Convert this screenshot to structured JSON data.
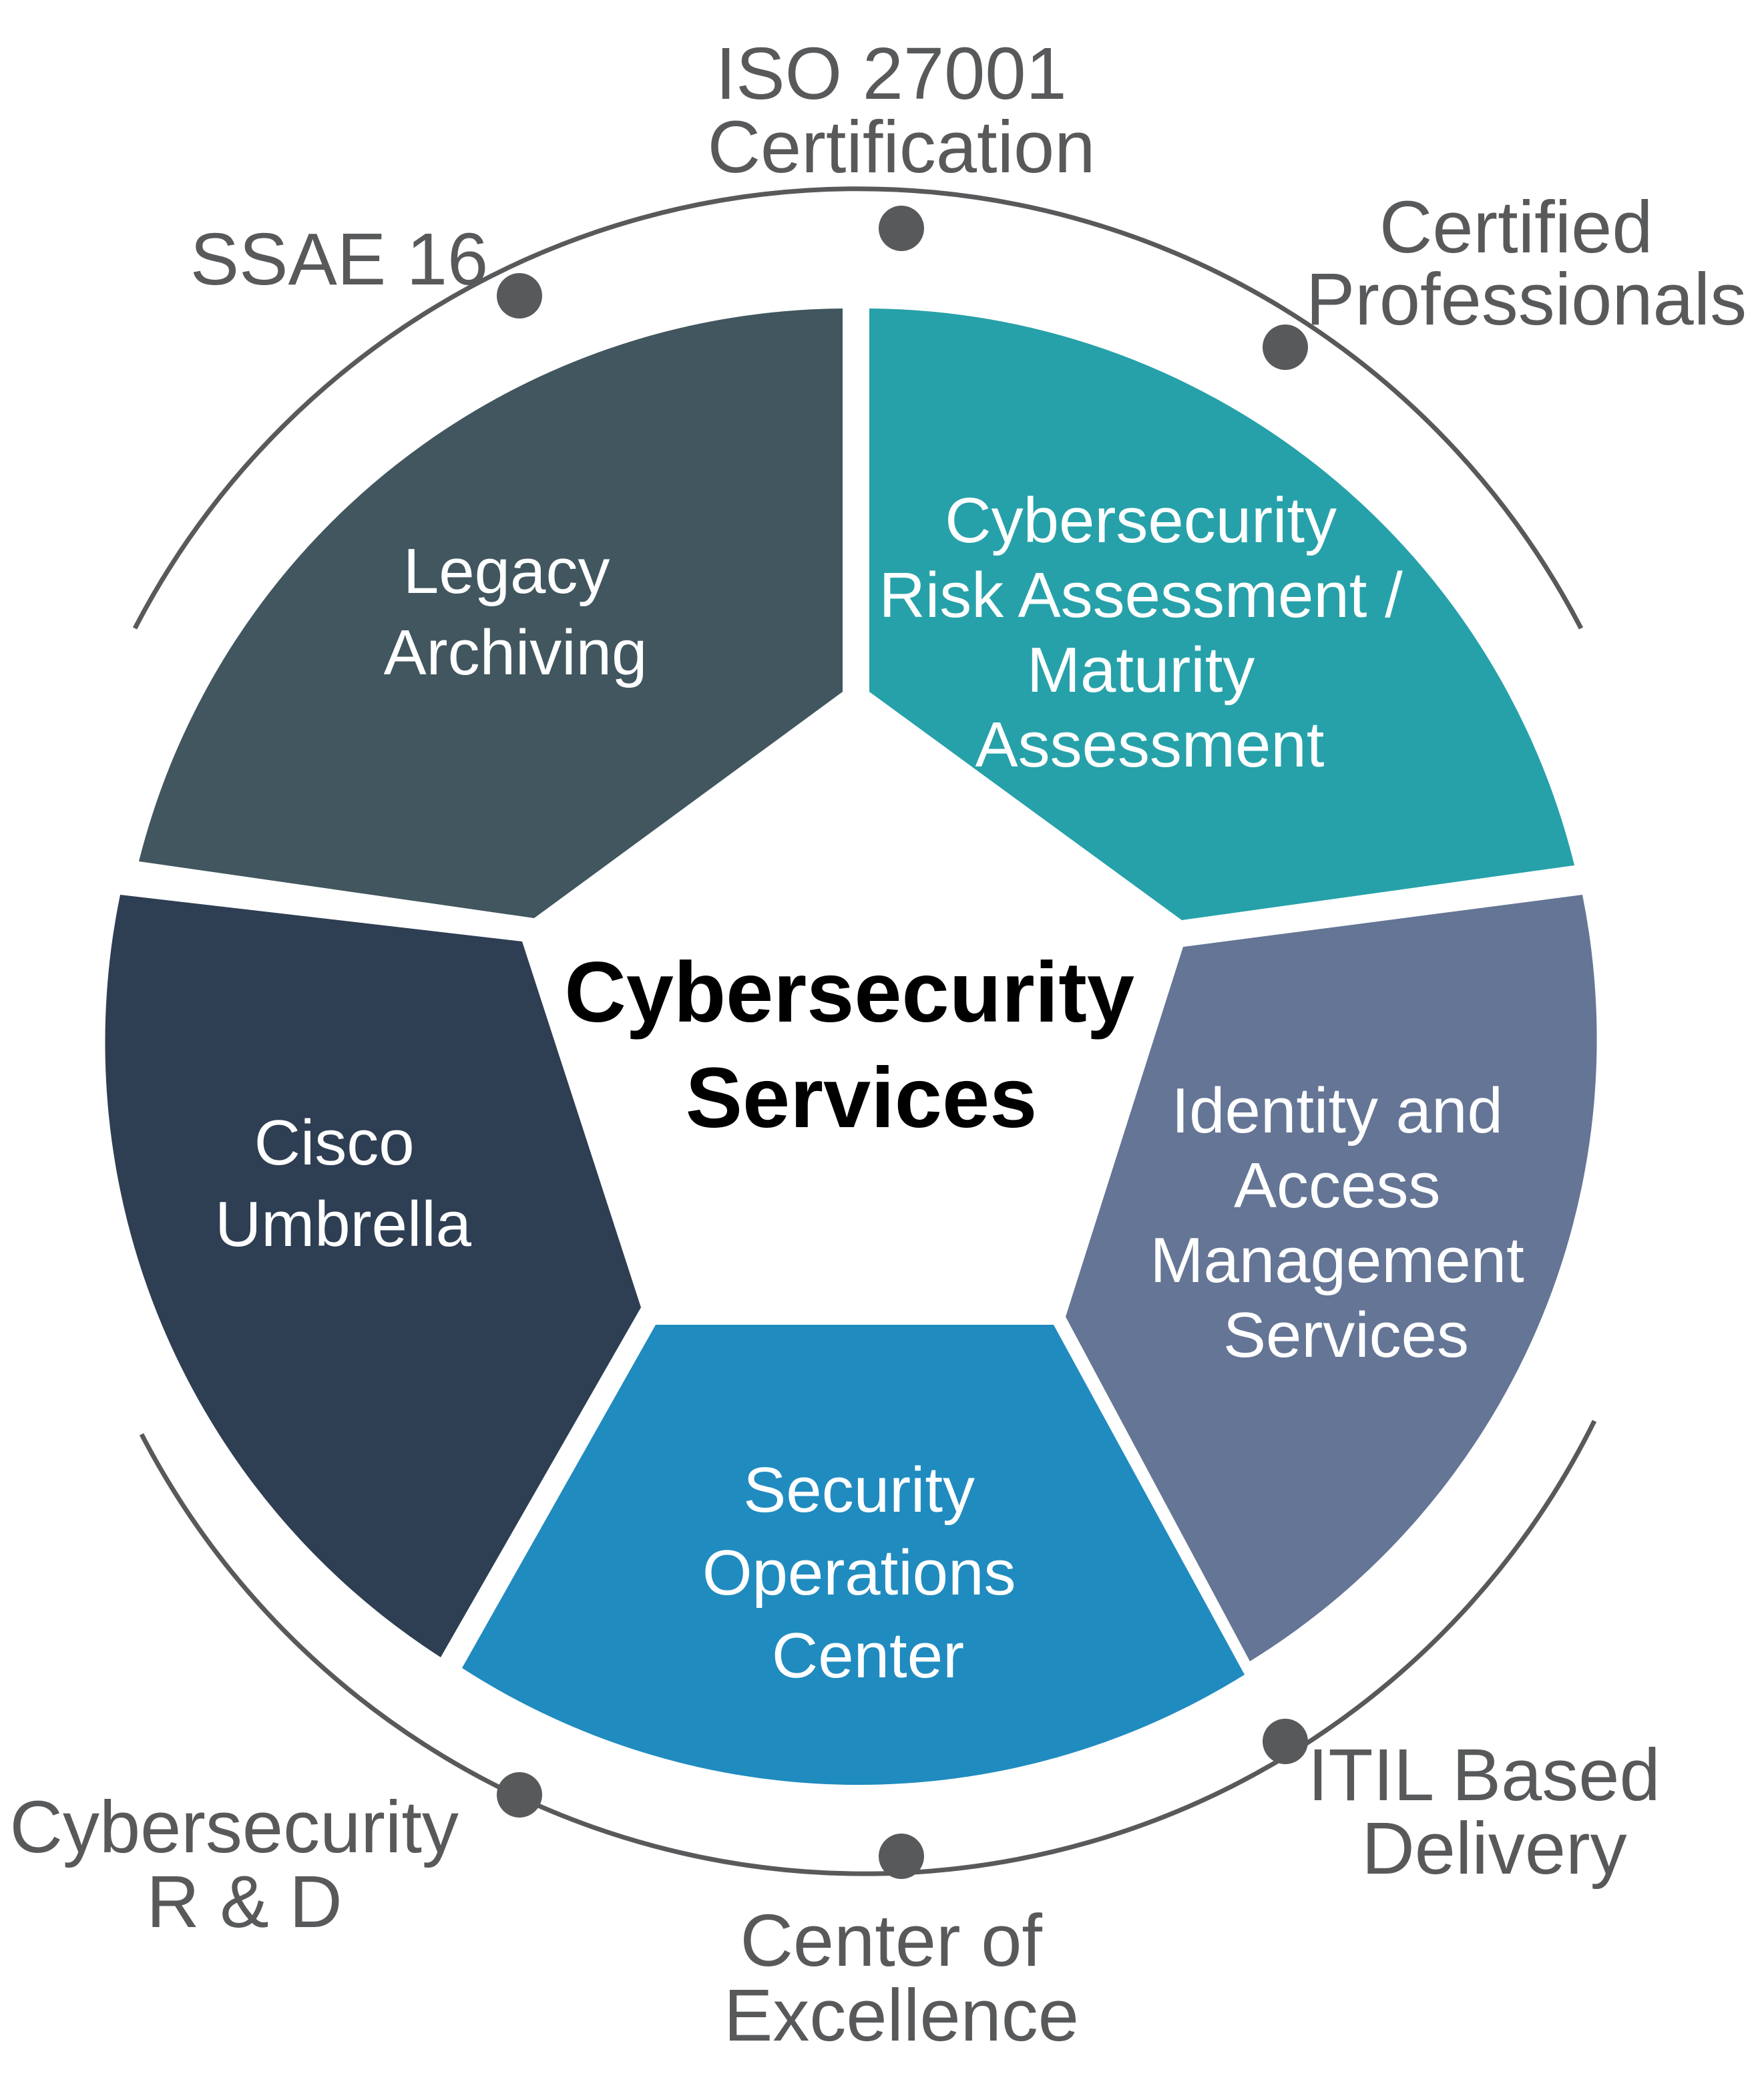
{
  "center": {
    "lines": [
      "Cybersecurity",
      "Services"
    ]
  },
  "segments": [
    {
      "id": "legacy-archiving",
      "color": "#41565e",
      "lines": [
        "Legacy",
        "Archiving"
      ]
    },
    {
      "id": "risk-assessment",
      "color": "#26a1a9",
      "lines": [
        "Cybersecurity",
        "Risk Assessment /",
        "Maturity",
        "Assessment"
      ]
    },
    {
      "id": "identity-access",
      "color": "#647595",
      "lines": [
        "Identity and",
        "Access",
        "Management",
        "Services"
      ]
    },
    {
      "id": "security-operations",
      "color": "#208bbf",
      "lines": [
        "Security",
        "Operations",
        "Center"
      ]
    },
    {
      "id": "cisco-umbrella",
      "color": "#2e3e53",
      "lines": [
        "Cisco",
        "Umbrella"
      ]
    }
  ],
  "outer_labels": [
    {
      "id": "iso-27001",
      "lines": [
        "ISO 27001",
        "Certification"
      ]
    },
    {
      "id": "certified-professionals",
      "lines": [
        "Certified",
        "Professionals"
      ]
    },
    {
      "id": "itil-delivery",
      "lines": [
        "ITIL Based",
        "Delivery"
      ]
    },
    {
      "id": "center-of-excellence",
      "lines": [
        "Center of",
        "Excellence"
      ]
    },
    {
      "id": "cybersecurity-rd",
      "lines": [
        "Cybersecurity",
        "R & D"
      ]
    },
    {
      "id": "ssae-16",
      "lines": [
        "SSAE 16"
      ]
    }
  ],
  "colors": {
    "ring": "#58595b",
    "dot": "#58595b",
    "outer_text": "#58595b",
    "center_text": "#000000"
  }
}
